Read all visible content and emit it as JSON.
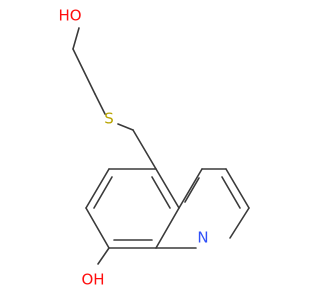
{
  "molecule": {
    "atoms": {
      "hydroxyl_top": {
        "label": "HO",
        "color": "#ff0d0d"
      },
      "sulfur": {
        "label": "S",
        "color": "#b8a400"
      },
      "nitrogen": {
        "label": "N",
        "color": "#3050f8"
      },
      "hydroxyl_bottom": {
        "label": "OH",
        "color": "#ff0d0d"
      }
    },
    "bond_color": "#3a3a3a"
  }
}
